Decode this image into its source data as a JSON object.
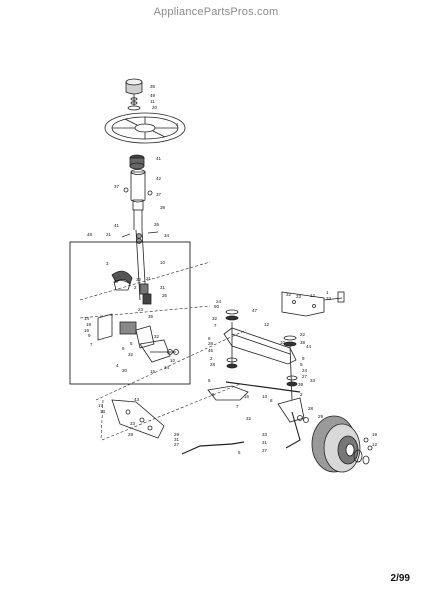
{
  "watermark": "AppliancePartsPros.com",
  "page_number": "2/99",
  "callouts": [
    "36",
    "49",
    "11",
    "20",
    "1",
    "41",
    "42",
    "37",
    "37",
    "38",
    "41",
    "26",
    "34",
    "21",
    "48",
    "3",
    "10",
    "31",
    "27",
    "32",
    "2",
    "21",
    "26",
    "14",
    "19",
    "16",
    "23",
    "35",
    "32",
    "5",
    "6",
    "9",
    "7",
    "32",
    "4",
    "30",
    "15",
    "14",
    "10",
    "17",
    "13",
    "43",
    "33",
    "28",
    "29",
    "31",
    "27",
    "47",
    "12",
    "24",
    "50",
    "32",
    "7",
    "9",
    "28",
    "45",
    "2",
    "28",
    "5",
    "6",
    "15",
    "7",
    "32",
    "13",
    "8",
    "5",
    "32",
    "23",
    "12",
    "33",
    "1",
    "22",
    "38",
    "10",
    "44",
    "9",
    "5",
    "24",
    "27",
    "33",
    "39",
    "2",
    "28",
    "29",
    "33",
    "31",
    "27",
    "19",
    "12"
  ]
}
